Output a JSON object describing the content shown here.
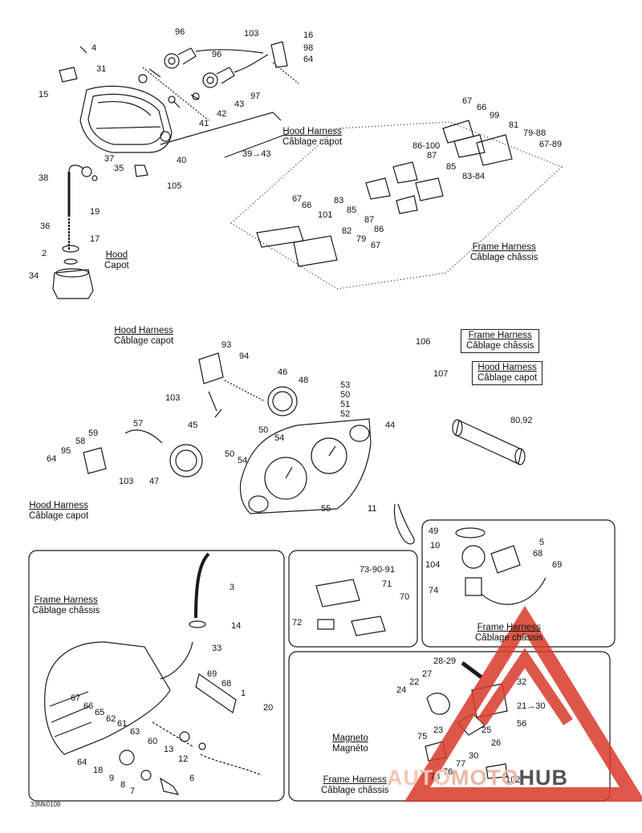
{
  "harness_labels": {
    "hood_top": {
      "en": "Hood Harness",
      "fr": "Câblage capot"
    },
    "hood_small": {
      "en": "Hood",
      "fr": "Capot"
    },
    "frame_top": {
      "en": "Frame Harness",
      "fr": "Câblage châssis"
    },
    "hood_mid": {
      "en": "Hood Harness",
      "fr": "Câblage capot"
    },
    "frame_box": {
      "en": "Frame Harness",
      "fr": "Câblage châssis"
    },
    "hood_box": {
      "en": "Hood Harness",
      "fr": "Câblage capot"
    },
    "hood_left": {
      "en": "Hood Harness",
      "fr": "Câblage capot"
    },
    "frame_bl": {
      "en": "Frame Harness",
      "fr": "Câblage châssis"
    },
    "frame_br1": {
      "en": "Frame Harness",
      "fr": "Câblage châssis"
    },
    "magneto": {
      "en": "Magneto",
      "fr": "Magnéto"
    },
    "frame_br2": {
      "en": "Frame Harness",
      "fr": "Câblage châssis"
    }
  },
  "part_numbers": {
    "p96a": "96",
    "p103a": "103",
    "p16": "16",
    "p98": "98",
    "p64a": "64",
    "p4": "4",
    "p31": "31",
    "p15": "15",
    "p96b": "96",
    "p97": "97",
    "p43a": "43",
    "p42": "42",
    "p41": "41",
    "p40": "40",
    "p39_43": "39→43",
    "p37": "37",
    "p35": "35",
    "p38": "38",
    "p105": "105",
    "p19": "19",
    "p36": "36",
    "p17": "17",
    "p2": "2",
    "p34": "34",
    "p67a": "67",
    "p66a": "66",
    "p99": "99",
    "p81": "81",
    "p79_88": "79-88",
    "p67_89": "67-89",
    "p86_100": "86-100",
    "p87a": "87",
    "p85a": "85",
    "p83_84": "83-84",
    "p83": "83",
    "p85b": "85",
    "p87b": "87",
    "p86": "86",
    "p67b": "67",
    "p66b": "66",
    "p101": "101",
    "p82": "82",
    "p79": "79",
    "p67c": "67",
    "p106": "106",
    "p107": "107",
    "p93": "93",
    "p94": "94",
    "p46": "46",
    "p48": "48",
    "p103b": "103",
    "p53": "53",
    "p50a": "50",
    "p51": "51",
    "p52": "52",
    "p45": "45",
    "p50b": "50",
    "p54a": "54",
    "p44": "44",
    "p57": "57",
    "p59": "59",
    "p58": "58",
    "p95": "95",
    "p64b": "64",
    "p103c": "103",
    "p47": "47",
    "p50c": "50",
    "p54b": "54",
    "p55": "55",
    "p80_92": "80,92",
    "p11": "11",
    "p49": "49",
    "p10": "10",
    "p5": "5",
    "p104": "104",
    "p68a": "68",
    "p69a": "69",
    "p74": "74",
    "p73_90_91": "73-90-91",
    "p71": "71",
    "p70": "70",
    "p72": "72",
    "p3": "3",
    "p14": "14",
    "p33": "33",
    "p69b": "69",
    "p68b": "68",
    "p1": "1",
    "p67d": "67",
    "p66c": "66",
    "p65": "65",
    "p62": "62",
    "p61": "61",
    "p63": "63",
    "p60": "60",
    "p20": "20",
    "p13": "13",
    "p12": "12",
    "p64c": "64",
    "p18": "18",
    "p9": "9",
    "p8": "8",
    "p7": "7",
    "p6": "6",
    "p28_29": "28-29",
    "p27": "27",
    "p22": "22",
    "p24": "24",
    "p32": "32",
    "p21_30": "21→30",
    "p56": "56",
    "p23": "23",
    "p75": "75",
    "p25": "25",
    "p26": "26",
    "p30": "30",
    "p77": "77",
    "p76": "76",
    "p78": "78",
    "p102": "102"
  },
  "figure_code": "33Mk0108",
  "watermark": {
    "part1": "AUTO",
    "part2": "MOTO",
    "part3": "HUB",
    "color_red": "#d83a2a",
    "color_dark": "#555555"
  }
}
